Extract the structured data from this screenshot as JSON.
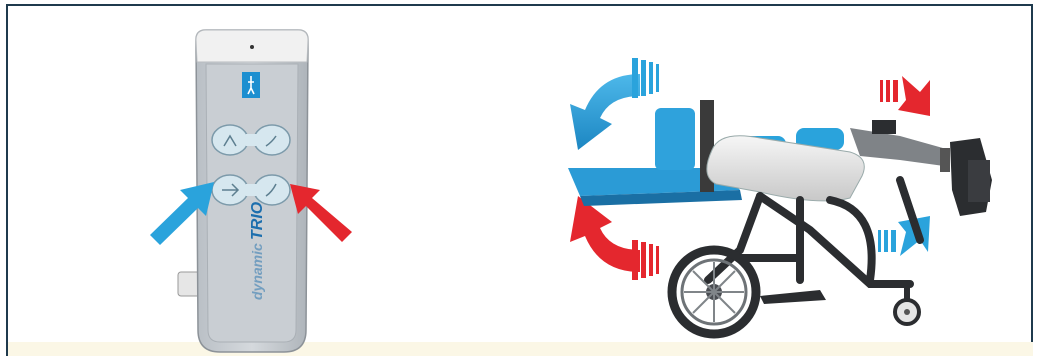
{
  "image": {
    "panels": [
      {
        "name": "remote-control",
        "brand_text": "TRIO"
      },
      {
        "name": "stander-chair",
        "brand_text": ""
      }
    ],
    "colors": {
      "border": "#1f3a4d",
      "remote_body": "#c7ccd1",
      "remote_button": "#d6e7ef",
      "accent_blue": "#2aa3dc",
      "accent_red": "#e4272e",
      "frame_dark": "#2b2d30",
      "padding_white": "#eeeeee"
    }
  }
}
